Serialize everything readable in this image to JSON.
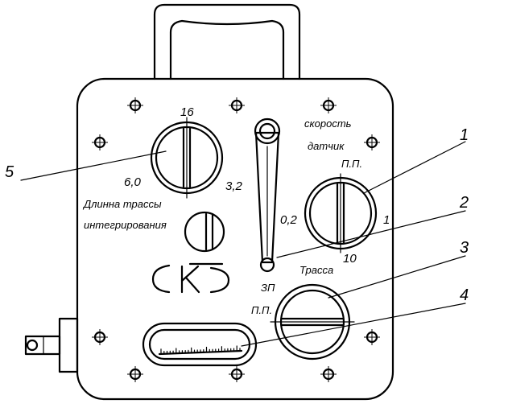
{
  "callouts": [
    "1",
    "2",
    "3",
    "4",
    "5"
  ],
  "speed_sensor": {
    "label_line1": "скорость",
    "label_line2": "датчик",
    "top": "П.П.",
    "left": "0,2",
    "right": "1",
    "bottom": "10"
  },
  "integration_length": {
    "top": "16",
    "left": "6,0",
    "right": "3,2",
    "label_line1": "Длинна трассы",
    "label_line2": "интегрирования"
  },
  "track": {
    "label": "Трасса",
    "zp": "ЗП",
    "pp": "П.П."
  }
}
